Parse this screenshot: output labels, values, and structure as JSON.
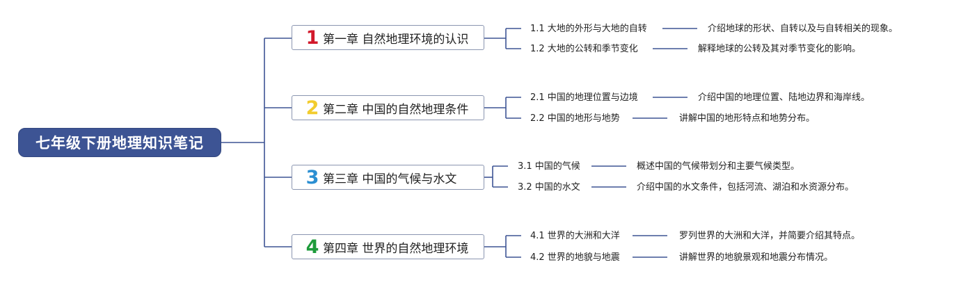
{
  "root": {
    "title": "七年级下册地理知识笔记",
    "color": "#3d5494"
  },
  "line_color": "#3d5494",
  "chapters": [
    {
      "number": "1",
      "number_color": "#d2192b",
      "title": "第一章 自然地理环境的认识",
      "sections": [
        {
          "label": "1.1 大地的外形与大地的自转",
          "desc": "介绍地球的形状、自转以及与自转相关的现象。"
        },
        {
          "label": "1.2 大地的公转和季节变化",
          "desc": "解释地球的公转及其对季节变化的影响。"
        }
      ]
    },
    {
      "number": "2",
      "number_color": "#f2cc2e",
      "title": "第二章 中国的自然地理条件",
      "sections": [
        {
          "label": "2.1 中国的地理位置与边境",
          "desc": "介绍中国的地理位置、陆地边界和海岸线。"
        },
        {
          "label": "2.2 中国的地形与地势",
          "desc": "讲解中国的地形特点和地势分布。"
        }
      ]
    },
    {
      "number": "3",
      "number_color": "#2b8fd2",
      "title": "第三章 中国的气候与水文",
      "sections": [
        {
          "label": "3.1 中国的气候",
          "desc": "概述中国的气候带划分和主要气候类型。"
        },
        {
          "label": "3.2 中国的水文",
          "desc": "介绍中国的水文条件，包括河流、湖泊和水资源分布。"
        }
      ]
    },
    {
      "number": "4",
      "number_color": "#1e9b3b",
      "title": "第四章 世界的自然地理环境",
      "sections": [
        {
          "label": "4.1 世界的大洲和大洋",
          "desc": "罗列世界的大洲和大洋，并简要介绍其特点。"
        },
        {
          "label": "4.2 世界的地貌与地震",
          "desc": "讲解世界的地貌景观和地震分布情况。"
        }
      ]
    }
  ]
}
